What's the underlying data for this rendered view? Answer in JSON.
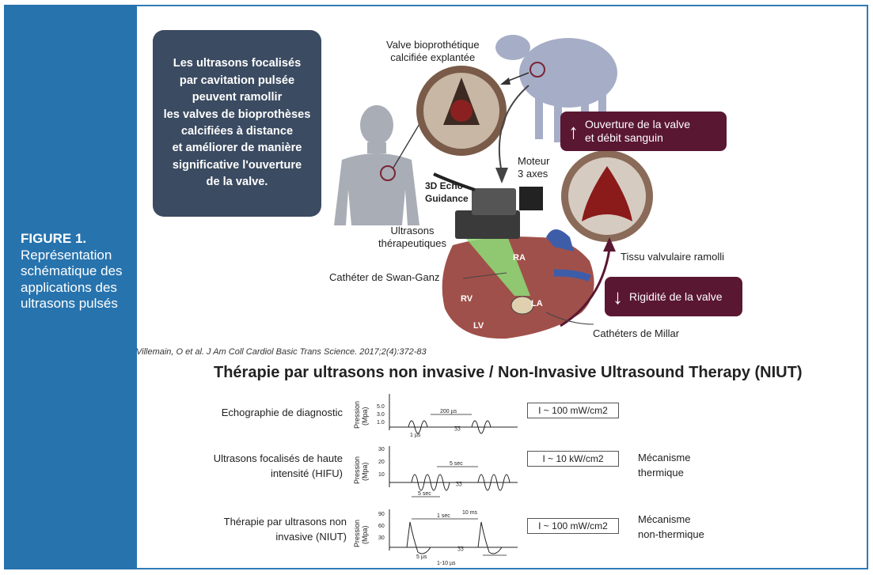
{
  "figure": {
    "number": "FIGURE 1.",
    "caption": "Représentation schématique des applications des ultrasons pulsés"
  },
  "callout": "Les ultrasons focalisés\npar cavitation pulsée\npeuvent ramollir\nles valves de bioprothèses\ncalcifiées à distance\net améliorer de manière\nsignificative l'ouverture\nde la valve.",
  "labels": {
    "valve_explanted": "Valve bioprothétique\ncalcifiée explantée",
    "motor": "Moteur\n3 axes",
    "echo": "3D Echo\nGuidance",
    "ultrasound": "Ultrasons\nthérapeutiques",
    "swan_ganz": "Cathéter de Swan-Ganz",
    "softened": "Tissu valvulaire ramolli",
    "millar": "Cathéters de Millar",
    "ra": "RA",
    "la": "LA",
    "rv": "RV",
    "lv": "LV"
  },
  "boxes": {
    "opening": {
      "arrow": "↑",
      "text": "Ouverture de la valve\net débit sanguin"
    },
    "rigidity": {
      "arrow": "↓",
      "text": "Rigidité de la valve"
    }
  },
  "citation": "Villemain, O et al. J Am Coll Cardiol Basic Trans Science. 2017;2(4):372-83",
  "niut": {
    "title": "Thérapie par ultrasons non invasive / Non-Invasive Ultrasound Therapy (NIUT)",
    "axis_label_1": "Pression",
    "axis_label_2": "(Mpa)",
    "gap_symbol": "ʒʒ",
    "rows": [
      {
        "label": "Echographie de diagnostic",
        "intensity": "I ~ 100 mW/cm2",
        "mechanism": "",
        "ticks": [
          "5.0",
          "3.0",
          "1.0"
        ],
        "period": "200 µs",
        "pulse": "1 µs"
      },
      {
        "label": "Ultrasons focalisés de haute\nintensité (HIFU)",
        "intensity": "I ~ 10 kW/cm2",
        "mechanism": "Mécanisme\nthermique",
        "ticks": [
          "30",
          "20",
          "10"
        ],
        "period": "5 sec",
        "pulse": "5 sec"
      },
      {
        "label": "Thérapie par ultrasons non\ninvasive (NIUT)",
        "intensity": "I ~ 100 mW/cm2",
        "mechanism": "Mécanisme\nnon-thermique",
        "ticks": [
          "90",
          "60",
          "30"
        ],
        "period": "1 sec",
        "pulse_width": "10 ms",
        "pulse": "5 µs",
        "burst": "1-10 µs"
      }
    ]
  }
}
